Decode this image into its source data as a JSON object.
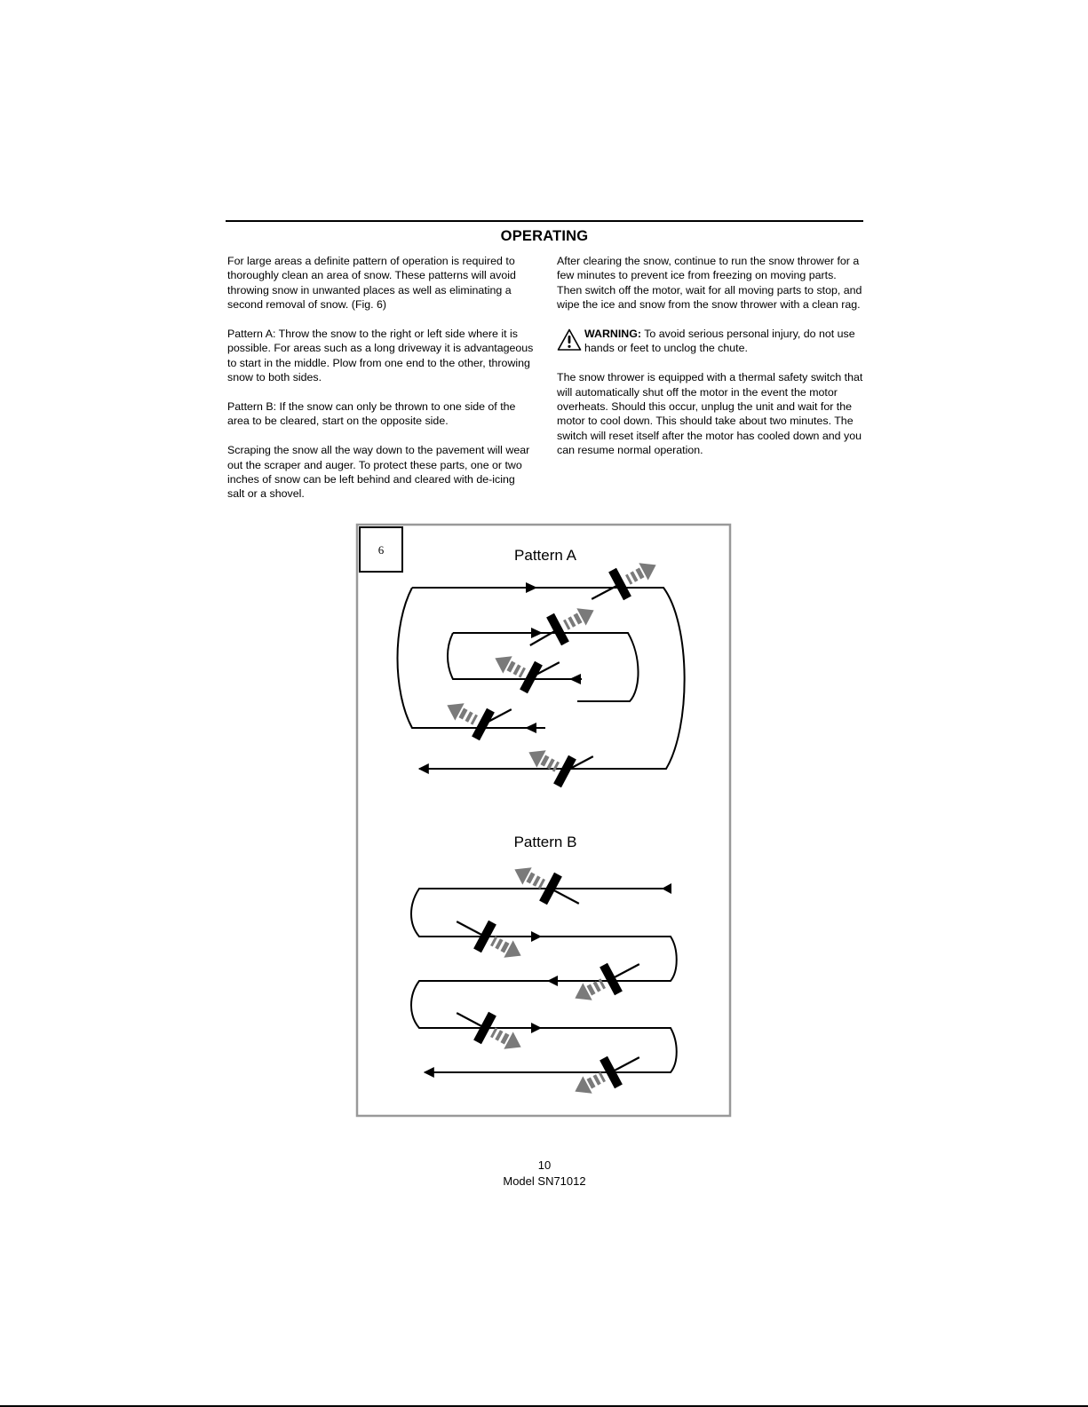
{
  "heading": "OPERATING",
  "left_column": [
    "For large areas a definite pattern of operation is required to thoroughly clean an area of snow.  These patterns will avoid throwing snow in unwanted places as well as eliminating a second removal of snow. (Fig. 6)",
    "Pattern A: Throw the snow to the right or left side where it is possible.  For areas such as a long driveway it is advantageous to start in the middle.  Plow from one end to the other, throwing snow to both sides.",
    "Pattern B: If the snow can only be thrown to one side of the area to be cleared, start on the opposite side.",
    "Scraping the snow all the way down to the pavement will wear out the scraper and auger. To protect these parts, one or two inches of snow can be left behind and cleared with de-icing salt or a shovel."
  ],
  "right_column": {
    "p1": "After clearing the snow, continue to run the snow thrower for a few minutes to prevent ice from freezing on moving parts. Then switch off the motor, wait for all moving parts to stop, and wipe the ice and snow from the snow thrower with a clean rag.",
    "warning_label": "WARNING:",
    "warning_text": " To avoid serious personal injury, do not use hands or feet to unclog the chute.",
    "p2": "The snow thrower is equipped with a thermal safety switch that will automatically shut off the motor in the event the motor overheats.  Should this occur, unplug the unit and wait for the motor to cool down. This should take about two minutes. The switch will reset itself after the motor has cooled down and you can resume normal operation."
  },
  "figure": {
    "number": "6",
    "pattern_a_label": "Pattern A",
    "pattern_b_label": "Pattern B",
    "colors": {
      "line": "#000000",
      "spray": "#7a7a7a",
      "frame": "#999999"
    }
  },
  "footer": {
    "page_number": "10",
    "model": "Model SN71012"
  }
}
